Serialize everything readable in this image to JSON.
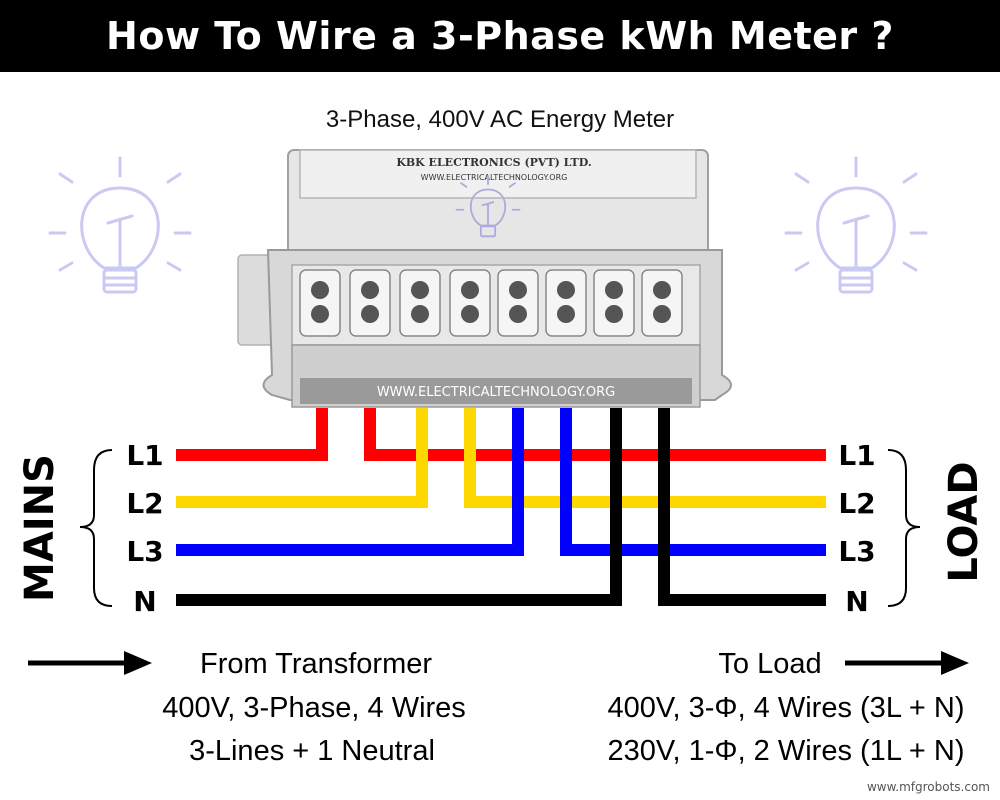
{
  "title": "How To Wire a 3-Phase kWh Meter ?",
  "meter_label": "3-Phase, 400V AC Energy Meter",
  "meter": {
    "brand": "KBK ELECTRONICS (PVT) LTD.",
    "brand_url": "WWW.ELECTRICALTECHNOLOGY.ORG",
    "front_url": "WWW.ELECTRICALTECHNOLOGY.ORG"
  },
  "mains_label": "MAINS",
  "load_label": "LOAD",
  "lines_left": [
    "L1",
    "L2",
    "L3",
    "N"
  ],
  "lines_right": [
    "L1",
    "L2",
    "L3",
    "N"
  ],
  "bottom_left": [
    "From Transformer",
    "400V, 3-Phase, 4 Wires",
    "3-Lines + 1 Neutral"
  ],
  "bottom_right": [
    "To Load",
    "400V, 3-Φ, 4 Wires (3L + N)",
    "230V, 1-Φ, 2 Wires (1L + N)"
  ],
  "watermark": "www.mfgrobots.com",
  "colors": {
    "L1": "#ff0000",
    "L2": "#ffd700",
    "L3": "#0000ff",
    "N": "#000000",
    "bulb": "#c9c9f3"
  }
}
